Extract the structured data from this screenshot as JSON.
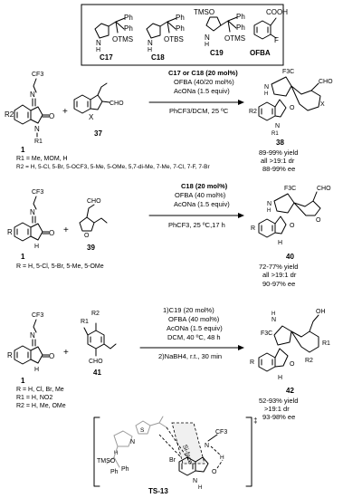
{
  "catalysts": {
    "c17": {
      "lbl": "C17",
      "n": "N",
      "h": "H",
      "ph1": "Ph",
      "ph2": "Ph",
      "o": "OTMS"
    },
    "c18": {
      "lbl": "C18",
      "n": "N",
      "h": "H",
      "ph1": "Ph",
      "ph2": "Ph",
      "o": "OTBS"
    },
    "c19": {
      "lbl": "C19",
      "tmso": "TMSO",
      "n": "N",
      "h": "H",
      "ph1": "Ph",
      "ph2": "Ph",
      "o": "OTMS"
    },
    "ofba": {
      "lbl": "OFBA",
      "cooh": "COOH",
      "f": "F"
    }
  },
  "r1": {
    "sub1": {
      "cf3": "CF3",
      "n": "N",
      "r1": "R1",
      "r2": "R2",
      "o": "O",
      "lbl": "1"
    },
    "plus": "+",
    "sub2": {
      "x": "X",
      "cho": "CHO",
      "lbl": "37"
    },
    "cond": {
      "line1": "C17 or C18 (20 mol%)",
      "line2": "OFBA (40/20 mol%)",
      "line3": "AcONa (1.5 equiv)",
      "line4": "PhCF3/DCM, 25 ºC"
    },
    "prod": {
      "f3c": "F3C",
      "n1": "N",
      "h1": "H",
      "r1": "R1",
      "r2": "R2",
      "o": "O",
      "x": "X",
      "cho": "CHO",
      "lbl": "38"
    },
    "result": [
      "89-99% yield",
      "all >19:1 dr",
      "88-99% ee"
    ],
    "subst": [
      "R1 = Me, MOM, H",
      "R2 = H, 5-Cl, 5-Br, 5-OCF3, 5-Me, 5-OMe, 5,7-di-Me, 7-Me, 7-Cl, 7-F, 7-Br"
    ]
  },
  "r2": {
    "sub1": {
      "cf3": "CF3",
      "n": "N",
      "r": "R",
      "h": "H",
      "o": "O",
      "lbl": "1"
    },
    "plus": "+",
    "sub2": {
      "o": "O",
      "cho": "CHO",
      "lbl": "39"
    },
    "cond": {
      "line1": "C18 (20 mol%)",
      "line2": "OFBA (40 mol%)",
      "line3": "AcONa (1.5 equiv)",
      "line4": "PhCF3, 25 ºC,17 h"
    },
    "prod": {
      "f3c": "F3C",
      "n1": "N",
      "h1": "H",
      "r": "R",
      "o": "O",
      "ofur": "O",
      "cho": "CHO",
      "h2": "H",
      "lbl": "40"
    },
    "result": [
      "72-77% yield",
      "all >19:1 dr",
      "90-97% ee"
    ],
    "subst": [
      "R = H, 5-Cl, 5-Br, 5-Me, 5-OMe"
    ]
  },
  "r3": {
    "sub1": {
      "cf3": "CF3",
      "n": "N",
      "r": "R",
      "h": "H",
      "o": "O",
      "lbl": "1"
    },
    "plus": "+",
    "sub2": {
      "r1": "R1",
      "r2": "R2",
      "cho": "CHO",
      "lbl": "41"
    },
    "cond": {
      "line1": "1)C19 (20 mol%)",
      "line2": "OFBA (40 mol%)",
      "line3": "AcONa (1.5 equiv)",
      "line4": "DCM, 40 ºC, 48 h",
      "line5": "2)NaBH4, r.t., 30 min"
    },
    "prod": {
      "f3c": "F3C",
      "n1": "N",
      "h1": "H",
      "r": "R",
      "o": "O",
      "oh": "OH",
      "r1": "R1",
      "r2": "R2",
      "h2": "H",
      "lbl": "42"
    },
    "result": [
      "52-93% yield",
      ">19:1 dr",
      "93-98% ee"
    ],
    "subst": [
      "R = H, Cl, Br, Me",
      "R1 = H, NO2",
      "R2 = H, Me, OMe"
    ]
  },
  "ts": {
    "lbl": "TS-13",
    "dagger": "‡",
    "face": "Si-face",
    "s": "S",
    "n": "N",
    "nplus": "N",
    "h": "H",
    "h2": "H",
    "br": "Br",
    "tmso": "TMSO",
    "ph1": "Ph",
    "ph2": "Ph",
    "cf3": "CF3",
    "o": "O",
    "nh": "N",
    "hh": "H"
  }
}
